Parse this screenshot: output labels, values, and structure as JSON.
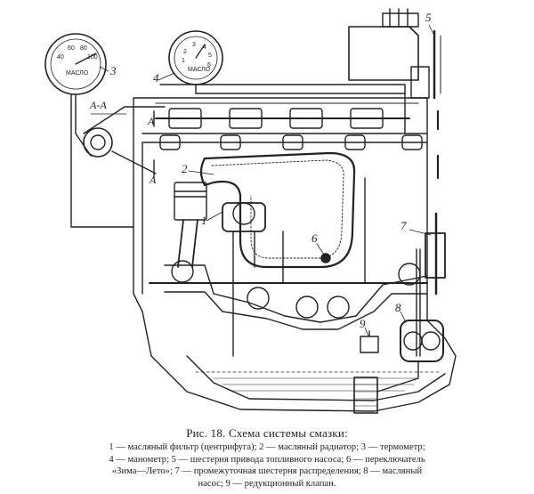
{
  "figure": {
    "caption": "Рис. 18. Схема системы смазки:",
    "legend_lines": [
      "1 — масляный фильтр (центрифуга); 2 — масляный радиатор; 3 — термометр;",
      "4 — манометр; 5 — шестерня привода топливного насоса; 6 — переключатель",
      "«Зима—Лето»; 7 — промежуточная шестерня распределения; 8 — масляный",
      "насос; 9 — редукционный клапан."
    ]
  },
  "callouts": [
    "1",
    "2",
    "3",
    "4",
    "5",
    "6",
    "7",
    "8",
    "9"
  ],
  "section_labels": {
    "section": "А-А",
    "mark_top": "А",
    "mark_bottom": "А"
  },
  "gauges": {
    "thermometer": {
      "ticks": [
        "40",
        "60",
        "80",
        "100"
      ],
      "sub": "МАСЛО"
    },
    "manometer": {
      "ticks": [
        "2",
        "3",
        "4",
        "5",
        "1",
        "6"
      ],
      "sub": "МАСЛО"
    }
  }
}
